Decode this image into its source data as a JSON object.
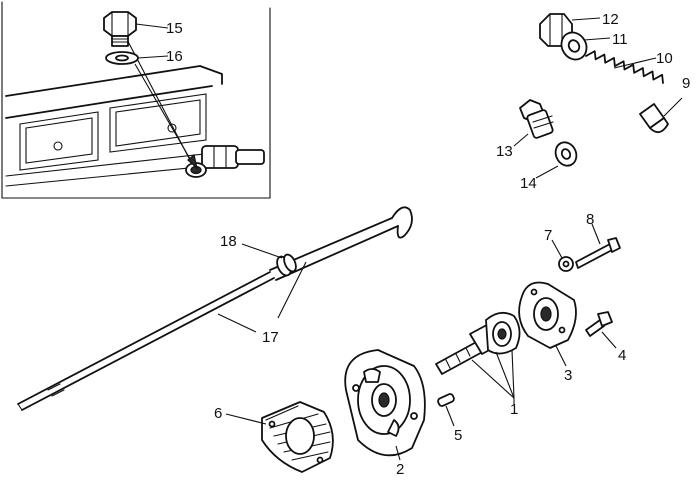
{
  "labels": {
    "n1": "1",
    "n2": "2",
    "n3": "3",
    "n4": "4",
    "n5": "5",
    "n6": "6",
    "n7": "7",
    "n8": "8",
    "n9": "9",
    "n10": "10",
    "n11": "11",
    "n12": "12",
    "n13": "13",
    "n14": "14",
    "n15": "15",
    "n16": "16",
    "n17": "17",
    "n18": "18"
  }
}
